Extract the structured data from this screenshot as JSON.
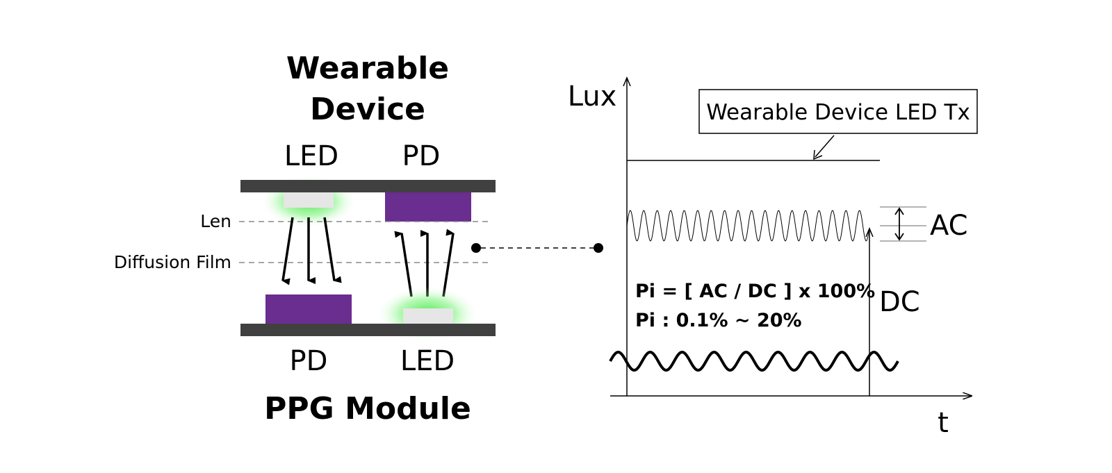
{
  "device": {
    "title_line1": "Wearable",
    "title_line2": "Device",
    "top_left_label": "LED",
    "top_right_label": "PD",
    "bottom_left_label": "PD",
    "bottom_right_label": "LED",
    "module_label": "PPG Module",
    "len_label": "Len",
    "diffusion_label": "Diffusion Film"
  },
  "graph": {
    "y_axis_label": "Lux",
    "x_axis_label": "t",
    "callout_label": "Wearable Device LED Tx",
    "ac_label": "AC",
    "dc_label": "DC",
    "formula_line1": "Pi = [ AC / DC ] x 100%",
    "formula_line2": "Pi : 0.1% ~ 20%"
  },
  "colors": {
    "board": "#404040",
    "photodiode": "#6a2d90",
    "led_chip": "#e6e6e6",
    "led_glow": "#39e639"
  }
}
